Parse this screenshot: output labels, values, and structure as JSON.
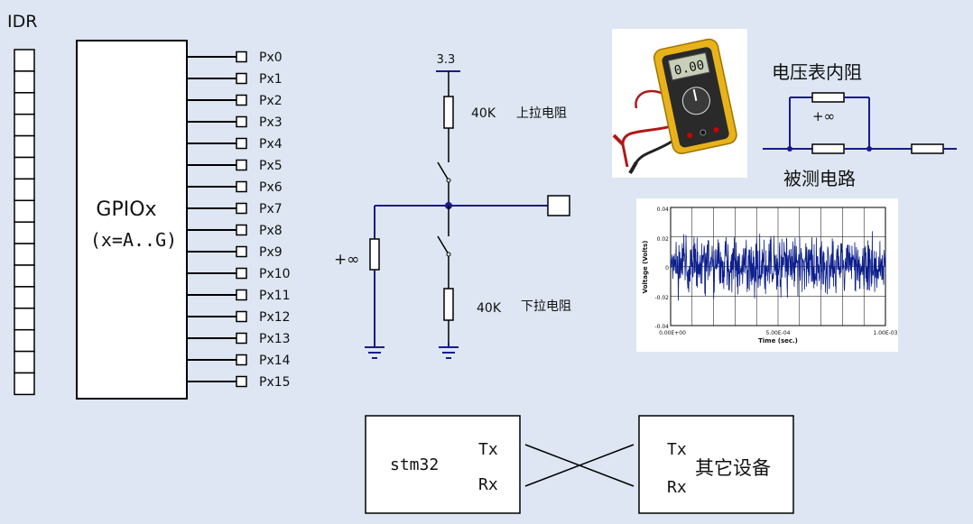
{
  "idr": {
    "label": "IDR",
    "cells": 16
  },
  "gpio": {
    "name": "GPIOx",
    "range": "(x=A..G)",
    "pins": [
      "Px0",
      "Px1",
      "Px2",
      "Px3",
      "Px4",
      "Px5",
      "Px6",
      "Px7",
      "Px8",
      "Px9",
      "Px10",
      "Px11",
      "Px12",
      "Px13",
      "Px14",
      "Px15"
    ]
  },
  "pull": {
    "vcc": "3.3",
    "up_value": "40K",
    "up_label": "上拉电阻",
    "down_value": "40K",
    "down_label": "下拉电阻",
    "input_res": "+∞"
  },
  "voltmeter": {
    "title": "电压表内阻",
    "inf": "+∞",
    "circuit_label": "被测电路",
    "display": "0.00"
  },
  "noise_chart": {
    "ylabel": "Voltage (Volts)",
    "xlabel": "Time (sec.)",
    "yticks": [
      "0.04",
      "0.02",
      "0",
      "-0.02",
      "-0.04"
    ],
    "xticks": [
      "0.00E+00",
      "5.00E-04",
      "1.00E-03"
    ]
  },
  "uart": {
    "left_device": "stm32",
    "left_tx": "Tx",
    "left_rx": "Rx",
    "right_tx": "Tx",
    "right_rx": "Rx",
    "right_device": "其它设备"
  },
  "colors": {
    "wire": "#1a1a8c",
    "line": "#000000",
    "background": "#dde6f2"
  }
}
